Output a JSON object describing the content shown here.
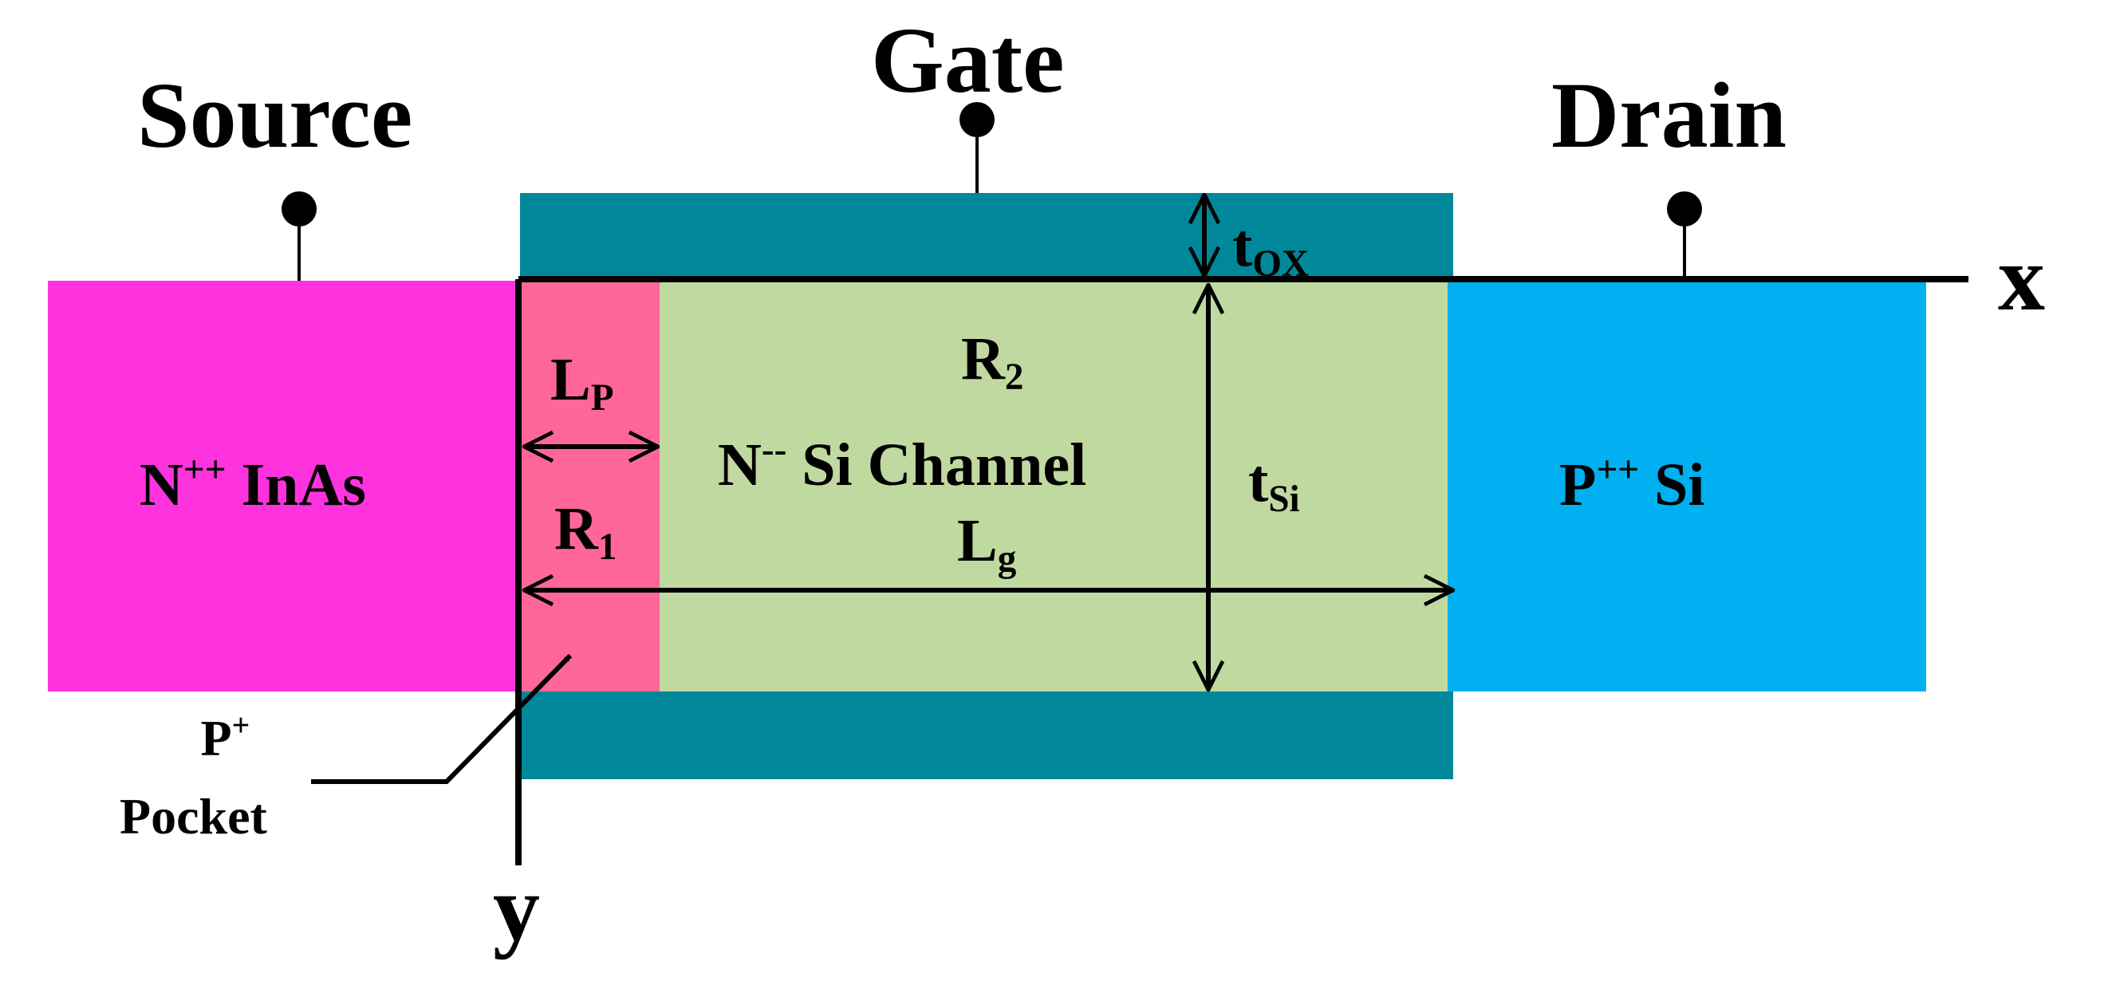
{
  "terminals": {
    "source": "Source",
    "gate": "Gate",
    "drain": "Drain"
  },
  "regions": {
    "source": {
      "main": "N",
      "sup": "++",
      "rest": " InAs"
    },
    "channel": {
      "main": "N",
      "sup": "--",
      "rest": " Si Channel"
    },
    "drain": {
      "main": "P",
      "sup": "++",
      "rest": " Si"
    },
    "pocket": {
      "main": "P",
      "sup": "+",
      "line2": "Pocket"
    }
  },
  "labels": {
    "r1": {
      "main": "R",
      "sub": "1"
    },
    "r2": {
      "main": "R",
      "sub": "2"
    },
    "lp": {
      "main": "L",
      "sub": "P"
    },
    "lg": {
      "main": "L",
      "sub": "g"
    },
    "tox": {
      "main": "t",
      "sub": "OX"
    },
    "tsi": {
      "main": "t",
      "sub": "Si"
    }
  },
  "axes": {
    "x": "x",
    "y": "y"
  },
  "colors": {
    "source": "#ff33dd",
    "pocket": "#ff6699",
    "channel": "#c0d9a0",
    "drain": "#00b0f0",
    "oxide": "#00889a",
    "ink": "#000000"
  }
}
